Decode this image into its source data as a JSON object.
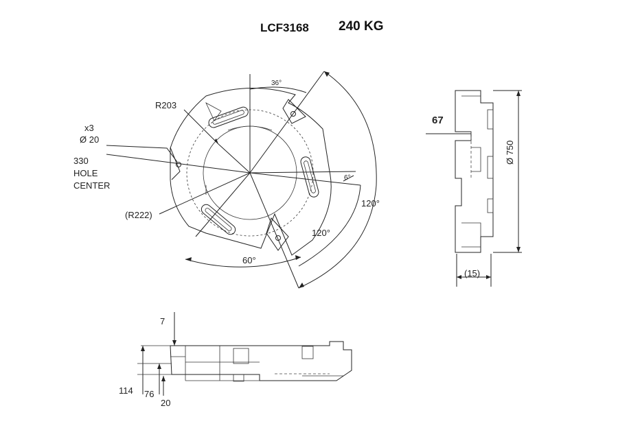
{
  "header": {
    "model": "LCF3168",
    "weight": "240 KG"
  },
  "top_view": {
    "angle_36": "36°",
    "radius_203": "R203",
    "holes_count": "x3",
    "hole_diameter": "Ø 20",
    "hole_center_value": "330",
    "hole_center_line1": "HOLE",
    "hole_center_line2": "CENTER",
    "angle_6": "6°",
    "angle_120_a": "120°",
    "radius_222": "(R222)",
    "angle_120_b": "120°",
    "angle_60": "60°"
  },
  "side_view": {
    "dim_67": "67",
    "diameter_750": "Ø 750",
    "dim_15": "(15)"
  },
  "front_view": {
    "dim_7": "7",
    "dim_114": "114",
    "dim_76": "76",
    "dim_20": "20"
  }
}
